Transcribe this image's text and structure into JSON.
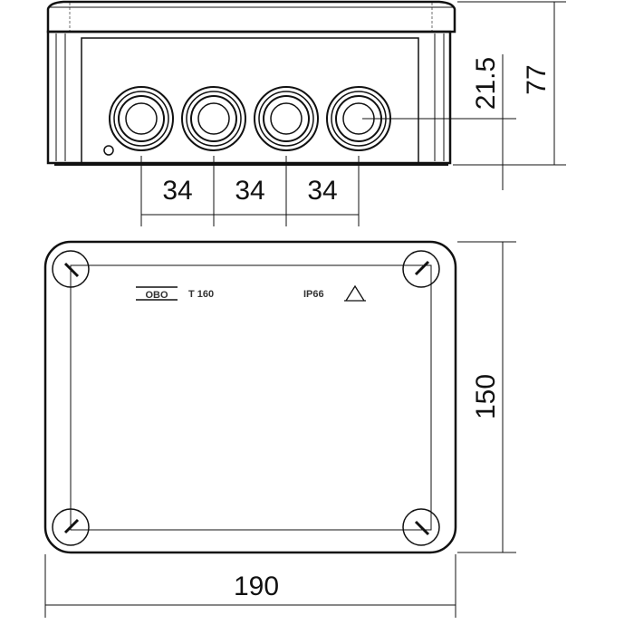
{
  "front_view": {
    "gland_spacing_labels": [
      "34",
      "34",
      "34"
    ],
    "gland_height_label": "21.5",
    "height_label": "77"
  },
  "top_view": {
    "brand_logo": "OBO",
    "model_label": "T 160",
    "protection_label": "IP66",
    "width_label": "190",
    "depth_label": "150"
  },
  "colors": {
    "line": "#111111",
    "background": "#ffffff"
  }
}
